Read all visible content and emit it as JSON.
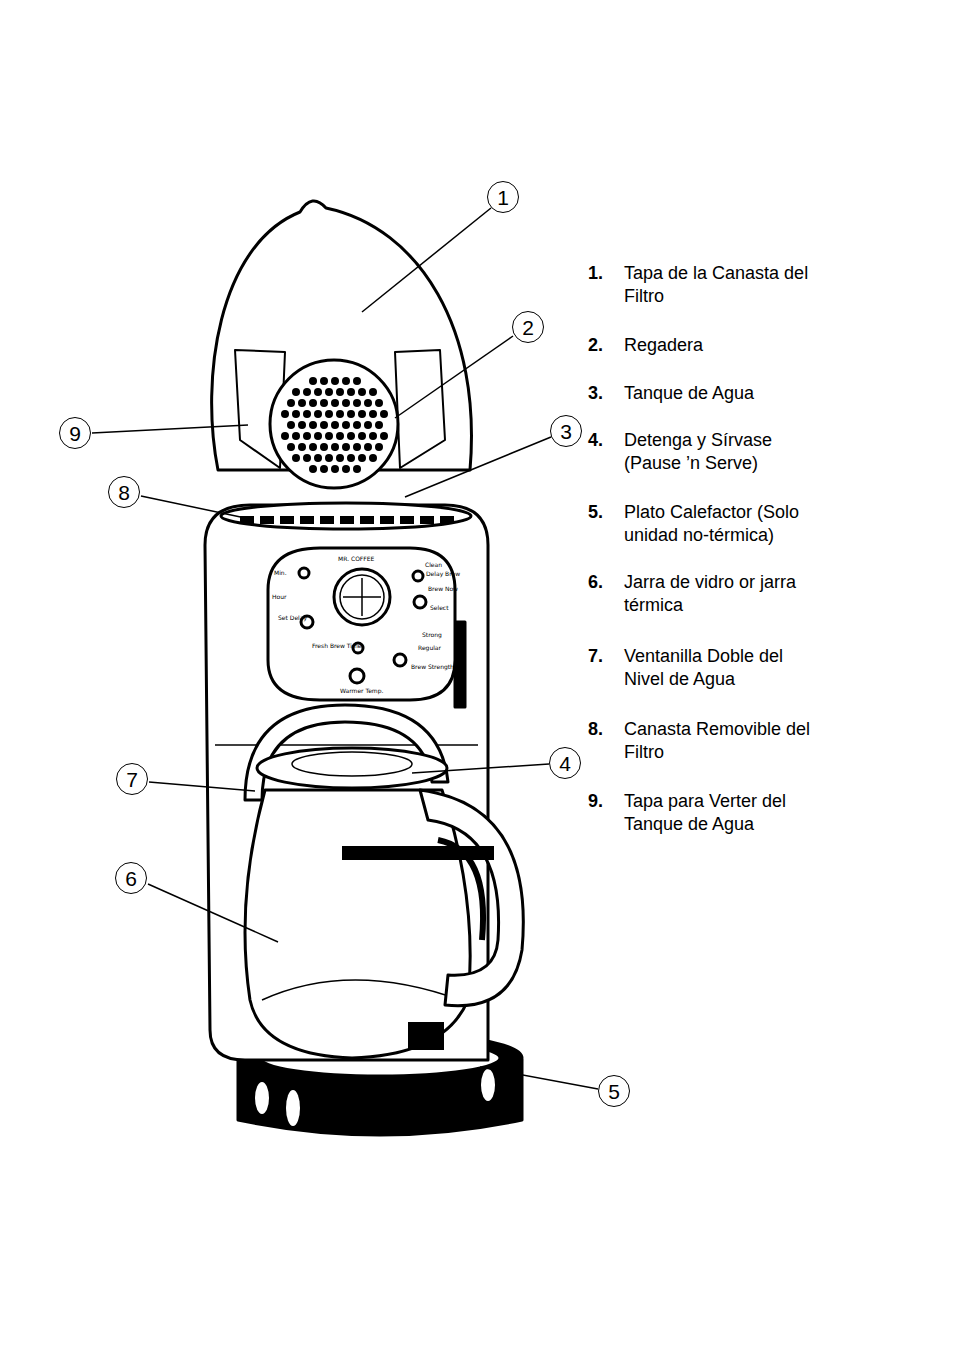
{
  "diagram": {
    "nodes": [
      {
        "text": [
          "1"
        ]
      },
      {
        "text": [
          "2"
        ]
      },
      {
        "text": [
          "9"
        ]
      },
      {
        "text": [
          "3"
        ]
      },
      {
        "text": [
          "8"
        ]
      },
      {
        "text": [
          "4"
        ]
      },
      {
        "text": [
          "7"
        ]
      },
      {
        "text": [
          "6"
        ]
      },
      {
        "text": [
          "5"
        ]
      }
    ],
    "labels": [
      "MR. COFFEE",
      "Min.",
      "Hour",
      "Set Delay",
      "Clean",
      "Delay Brew",
      "Brew Now",
      "Select",
      "Fresh Brew Timer",
      "Strong",
      "Regular",
      "Brew Strength",
      "Warmer Temp.",
      "1.",
      "Tapa de la Canasta del Filtro",
      "2.",
      "Regadera",
      "3.",
      "Tanque de Agua",
      "4.",
      "Detenga y Sírvase (Pause ’n Serve)",
      "5.",
      "Plato Calefactor (Solo unidad no-térmica)",
      "6.",
      "Jarra de vidro or  jarra térmica",
      "7.",
      "Ventanilla Doble del Nivel de Agua",
      "8.",
      "Canasta Removible del Filtro",
      "9.",
      "Tapa para Verter del Tanque de Agua"
    ]
  }
}
